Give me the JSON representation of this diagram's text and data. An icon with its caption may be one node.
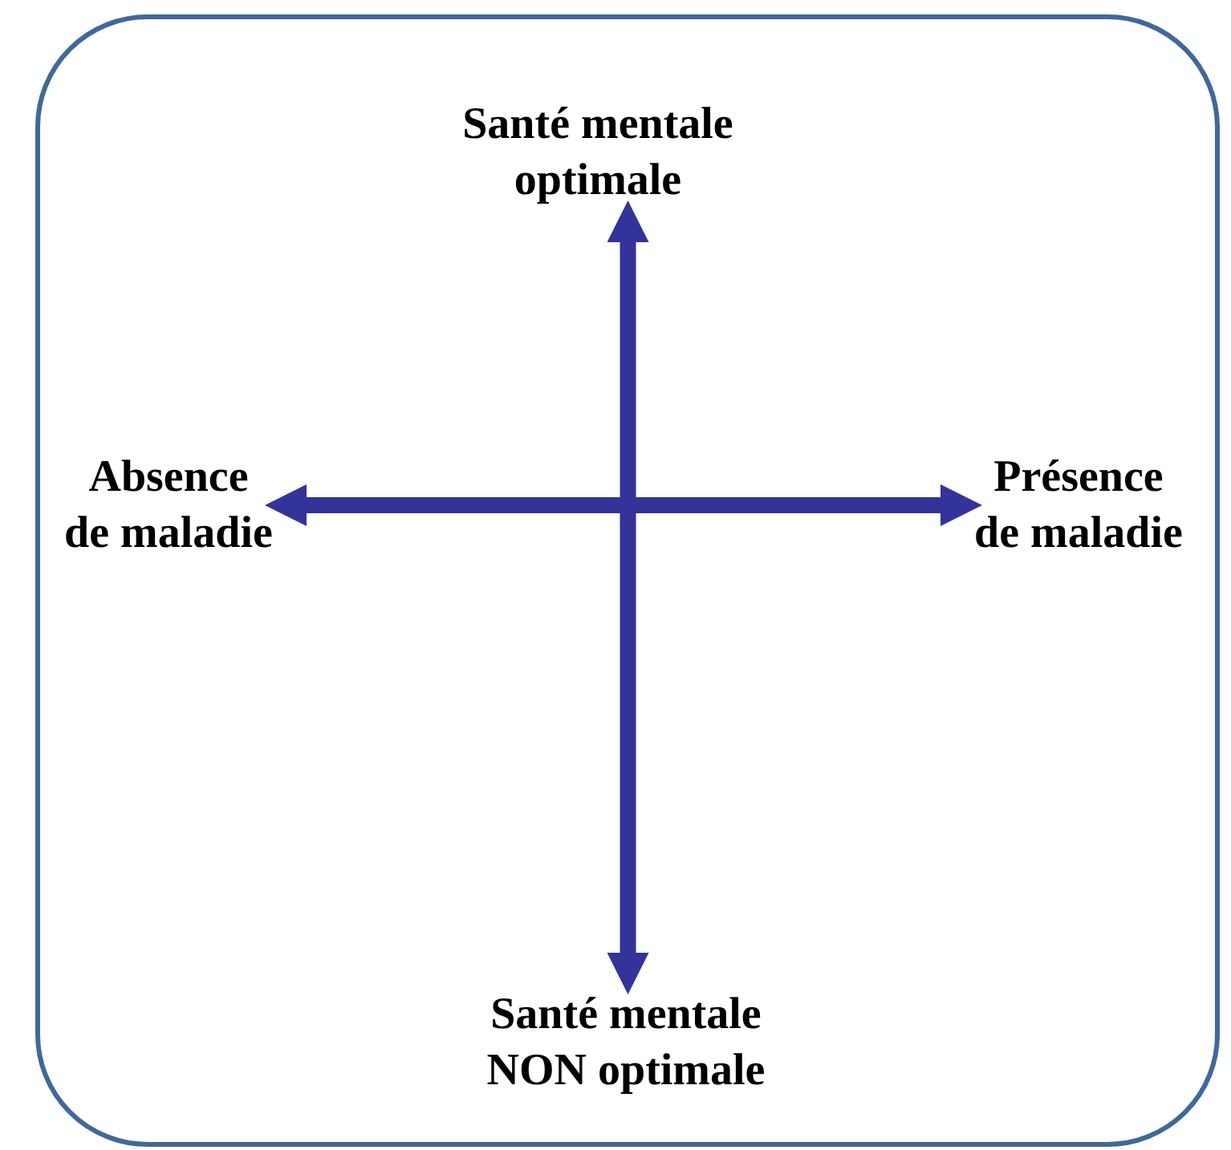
{
  "diagram": {
    "nodes": [
      {
        "text": [],
        "shape": "box"
      },
      {
        "text": [
          "Santé mentale optimale"
        ],
        "in": 0
      },
      {
        "text": [
          "Absence de maladie"
        ],
        "in": 0
      },
      {
        "text": [
          "Présence de maladie"
        ],
        "in": 0
      },
      {
        "text": [
          "Santé mentale NON optimale"
        ],
        "in": 0
      }
    ],
    "edges": [
      {
        "from": 1,
        "to": 4,
        "arrow": "both"
      },
      {
        "from": 2,
        "to": 3,
        "arrow": "both"
      }
    ]
  }
}
